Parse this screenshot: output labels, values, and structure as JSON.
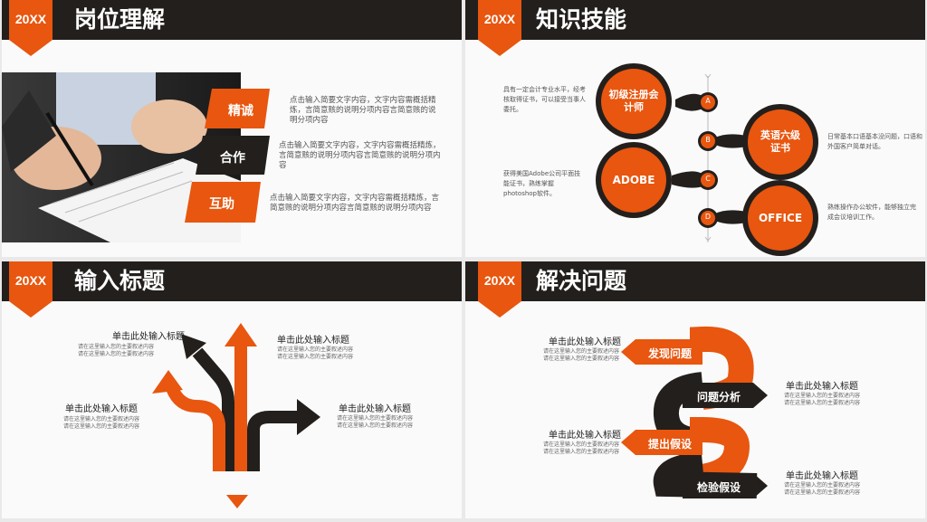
{
  "slides": [
    {
      "badge": "20XX",
      "title": "岗位理解",
      "items": [
        {
          "label": "精诚",
          "text": "点击输入简要文字内容，文字内容需概括精炼，言简意赅的说明分项内容言简意赅的说明分项内容"
        },
        {
          "label": "合作",
          "text": "点击输入简要文字内容，文字内容需概括精炼，言简意赅的说明分项内容言简意赅的说明分项内容"
        },
        {
          "label": "互助",
          "text": "点击输入简要文字内容，文字内容需概括精炼，言简意赅的说明分项内容言简意赅的说明分项内容"
        }
      ]
    },
    {
      "badge": "20XX",
      "title": "知识技能",
      "nodes": [
        {
          "label": "初级注册会计师",
          "letter": "A",
          "desc": "具有一定会计专业水平，经考核取得证书，可以接受当事人委托。"
        },
        {
          "label": "英语六级证书",
          "letter": "B",
          "desc": "日常基本口语基本没问题，口语和外国客户简单对话。"
        },
        {
          "label": "ADOBE",
          "letter": "C",
          "desc": "获得美国Adobe公司平面技能证书，熟练掌握photoshop软件。"
        },
        {
          "label": "OFFICE",
          "letter": "D",
          "desc": "熟练操作办公软件，能够独立完成会议培训工作。"
        }
      ]
    },
    {
      "badge": "20XX",
      "title": "输入标题",
      "items": [
        {
          "heading": "单击此处输入标题",
          "line1": "请在这里输入您的主要叙述内容",
          "line2": "请在这里输入您的主要叙述内容"
        },
        {
          "heading": "单击此处输入标题",
          "line1": "请在这里输入您的主要叙述内容",
          "line2": "请在这里输入您的主要叙述内容"
        },
        {
          "heading": "单击此处输入标题",
          "line1": "请在这里输入您的主要叙述内容",
          "line2": "请在这里输入您的主要叙述内容"
        },
        {
          "heading": "单击此处输入标题",
          "line1": "请在这里输入您的主要叙述内容",
          "line2": "请在这里输入您的主要叙述内容"
        }
      ]
    },
    {
      "badge": "20XX",
      "title": "解决问题",
      "steps": [
        {
          "label": "发现问题",
          "heading": "单击此处输入标题",
          "line1": "请在这里输入您的主要叙述内容",
          "line2": "请在这里输入您的主要叙述内容"
        },
        {
          "label": "问题分析",
          "heading": "单击此处输入标题",
          "line1": "请在这里输入您的主要叙述内容",
          "line2": "请在这里输入您的主要叙述内容"
        },
        {
          "label": "提出假设",
          "heading": "单击此处输入标题",
          "line1": "请在这里输入您的主要叙述内容",
          "line2": "请在这里输入您的主要叙述内容"
        },
        {
          "label": "检验假设",
          "heading": "单击此处输入标题",
          "line1": "请在这里输入您的主要叙述内容",
          "line2": "请在这里输入您的主要叙述内容"
        }
      ]
    }
  ],
  "colors": {
    "accent": "#e8560f",
    "dark": "#231f1c",
    "text": "#555555"
  }
}
